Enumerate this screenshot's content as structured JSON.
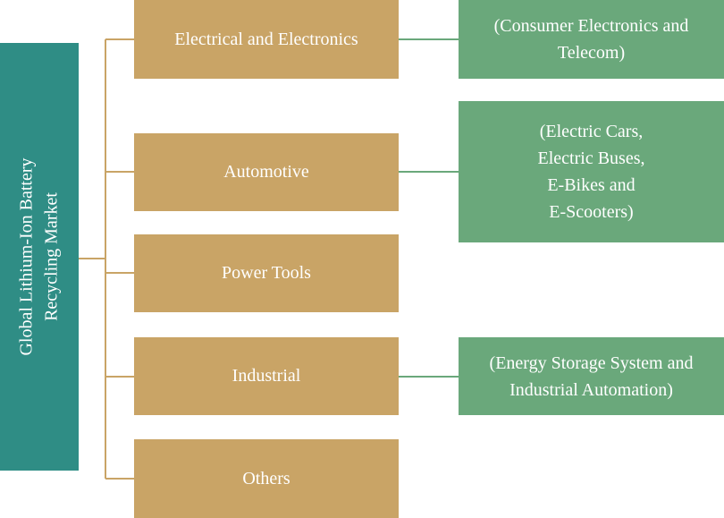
{
  "colors": {
    "root": "#2f8d85",
    "segment": "#c9a466",
    "sub": "#6aa87b",
    "connector_gold": "#c9a466",
    "connector_green": "#6aa87b"
  },
  "root": {
    "lines": [
      "Global Lithium-Ion Battery",
      "Recycling Market"
    ]
  },
  "segments": [
    {
      "label": "Electrical and Electronics",
      "sub": [
        "(Consumer Electronics and",
        "Telecom)"
      ]
    },
    {
      "label": "Automotive",
      "sub": [
        "(Electric Cars,",
        "Electric Buses,",
        "E-Bikes and",
        "E-Scooters)"
      ]
    },
    {
      "label": "Power Tools",
      "sub": []
    },
    {
      "label": "Industrial",
      "sub": [
        "(Energy Storage System and",
        "Industrial Automation)"
      ]
    },
    {
      "label": "Others",
      "sub": []
    }
  ]
}
